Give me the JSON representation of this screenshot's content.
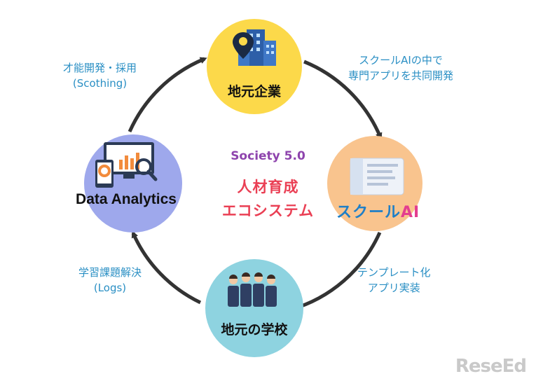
{
  "center": {
    "subtitle": "Society 5.0",
    "main_line1": "人材育成",
    "main_line2": "エコシステム"
  },
  "nodes": {
    "local_business": "地元企業",
    "school_ai": "スクールAI",
    "school_ai_prefix": "スクール",
    "school_ai_suffix": "AI",
    "local_school": "地元の学校",
    "data_analytics": "Data Analytics"
  },
  "arrows": {
    "top_left": {
      "line1": "才能開発・採用",
      "line2": "(Scothing)"
    },
    "top_right": {
      "line1": "スクールAIの中で",
      "line2": "専門アプリを共同開発"
    },
    "bottom_right": {
      "line1": "テンプレート化",
      "line2": "アプリ実装"
    },
    "bottom_left": {
      "line1": "学習課題解決",
      "line2": "(Logs)"
    }
  },
  "watermark": "ReseEd",
  "colors": {
    "local_business": "#fcd94a",
    "school_ai": "#f9c48e",
    "local_school": "#8ed3e0",
    "data_analytics": "#9ea8ec",
    "arrow": "#333333",
    "label_text": "#2a8fc4",
    "center_red": "#ea3f54",
    "center_purple": "#8e44ad"
  }
}
